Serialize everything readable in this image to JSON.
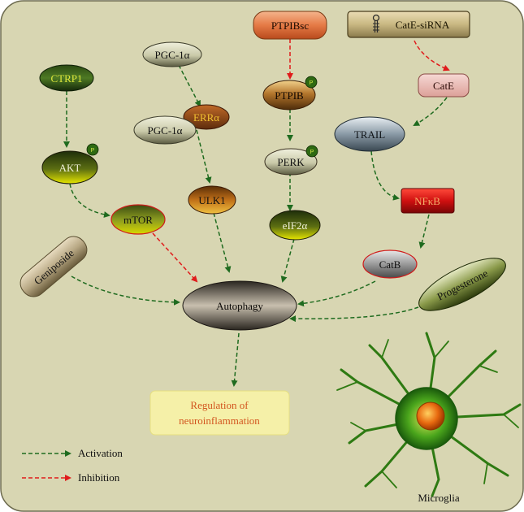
{
  "nodes": {
    "ptpibsc": "PTPIBsc",
    "cate_sirna": "CatE-siRNA",
    "pgc1a_top": "PGC-1α",
    "ctrp1": "CTRP1",
    "cate": "CatE",
    "erra": "ERRα",
    "ptpib": "PTPIB",
    "pgc1a_mid": "PGC-1α",
    "trail": "TRAIL",
    "akt": "AKT",
    "perk": "PERK",
    "ulk1": "ULK1",
    "nfkb": "NFκB",
    "mtor": "mTOR",
    "eif2a": "eIF2α",
    "geniposide": "Geniposide",
    "catb": "CatB",
    "progesterone": "Progesterone",
    "autophagy": "Autophagy",
    "regulation": "Regulation of\nneuroinflammation",
    "microglia": "Microglia"
  },
  "phospho_marker": "P",
  "legend": {
    "activation": "Activation",
    "inhibition": "Inhibition"
  },
  "colors": {
    "background": "#d8d6b2",
    "activation": "#1f6b1f",
    "inhibition": "#e01b1b",
    "regulation_text": "#d2541e",
    "regulation_box": "#f5f0a8"
  }
}
